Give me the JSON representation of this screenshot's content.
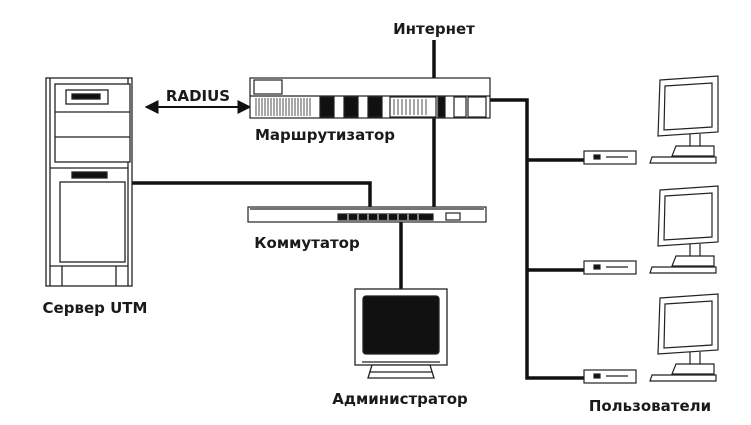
{
  "labels": {
    "internet": "Интернет",
    "radius": "RADIUS",
    "router": "Маршрутизатор",
    "switch": "Коммутатор",
    "server": "Сервер UTM",
    "admin": "Администратор",
    "users": "Пользователи"
  },
  "colors": {
    "line": "#111111",
    "device_fill": "#ffffff",
    "device_stroke": "#222222",
    "screen": "#111111"
  }
}
